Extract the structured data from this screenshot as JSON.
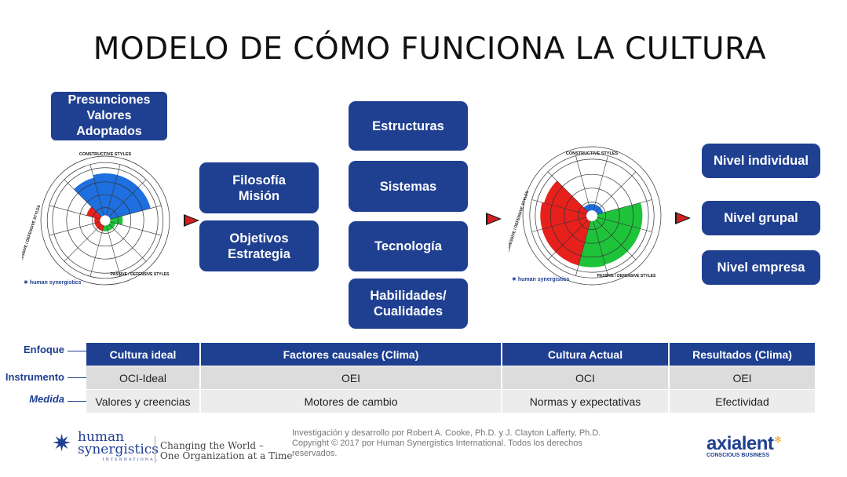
{
  "title": "MODELO DE CÓMO FUNCIONA LA CULTURA",
  "inputs_box": [
    "Presunciones",
    "Valores",
    "Adoptados"
  ],
  "left_wheel": {
    "top_label": "CONSTRUCTIVE STYLES",
    "bottom_label": "PASSIVE / DEFENSIVE STYLES",
    "left_label": "AGGRESSIVE / DEFENSIVE STYLES",
    "brand": "human synergistics"
  },
  "philosophy_boxes": [
    [
      "Filosofía",
      "Misión"
    ],
    [
      "Objetivos",
      "Estrategia"
    ]
  ],
  "factor_boxes": [
    [
      "Estructuras"
    ],
    [
      "Sistemas"
    ],
    [
      "Tecnología"
    ],
    [
      "Habilidades/",
      "Cualidades"
    ]
  ],
  "right_wheel": {
    "top_label": "CONSTRUCTIVE STYLES",
    "bottom_label": "PASSIVE / DEFENSIVE STYLES",
    "left_label": "AGGRESSIVE / DEFENSIVE STYLES",
    "brand": "human synergistics"
  },
  "result_boxes": [
    "Nivel individual",
    "Nivel grupal",
    "Nivel empresa"
  ],
  "row_labels": {
    "enfoque": "Enfoque",
    "instrumento": "Instrumento",
    "medida": "Medida"
  },
  "table": {
    "headers": [
      "Cultura ideal",
      "Factores causales (Clima)",
      "Cultura Actual",
      "Resultados (Clima)"
    ],
    "instrumento": [
      "OCI-Ideal",
      "OEI",
      "OCI",
      "OEI"
    ],
    "medida": [
      "Valores y creencias",
      "Motores de cambio",
      "Normas y expectativas",
      "Efectividad"
    ]
  },
  "footer": {
    "logo_text": [
      "human",
      "synergistics"
    ],
    "logo_sub": "INTERNATIONAL",
    "tagline": [
      "Changing the World –",
      "One Organization at a Time"
    ],
    "credit": "Investigación y desarrollo por Robert A. Cooke, Ph.D. y J. Clayton Lafferty, Ph.D. Copyright © 2017 por Human Synergistics International. Todos los derechos reservados.",
    "axialent_name": "axialent",
    "axialent_sub": "CONSCIOUS BUSINESS"
  },
  "colors": {
    "box_blue": "#1f3f91",
    "arrow_red": "#d41f1f",
    "constructive_blue": "#1e6fe0",
    "aggressive_red": "#e8201c",
    "passive_green": "#1ec33a"
  },
  "left_wheel_levels": {
    "constructive": [
      0.88,
      0.88,
      0.88,
      0.26,
      0.12,
      0.12,
      0.12,
      0.12,
      0.12,
      0.12,
      0.3,
      0.82
    ],
    "style_colors": [
      "blue",
      "blue",
      "blue",
      "green",
      "green",
      "green",
      "green",
      "red",
      "red",
      "red",
      "red",
      "blue"
    ]
  },
  "right_wheel_levels": {
    "values": [
      0.12,
      0.12,
      0.12,
      0.88,
      0.88,
      0.88,
      0.9,
      0.9,
      0.9,
      0.9,
      0.86,
      0.12
    ],
    "style_colors": [
      "blue",
      "blue",
      "blue",
      "green",
      "green",
      "green",
      "green",
      "red",
      "red",
      "red",
      "red",
      "blue"
    ]
  }
}
